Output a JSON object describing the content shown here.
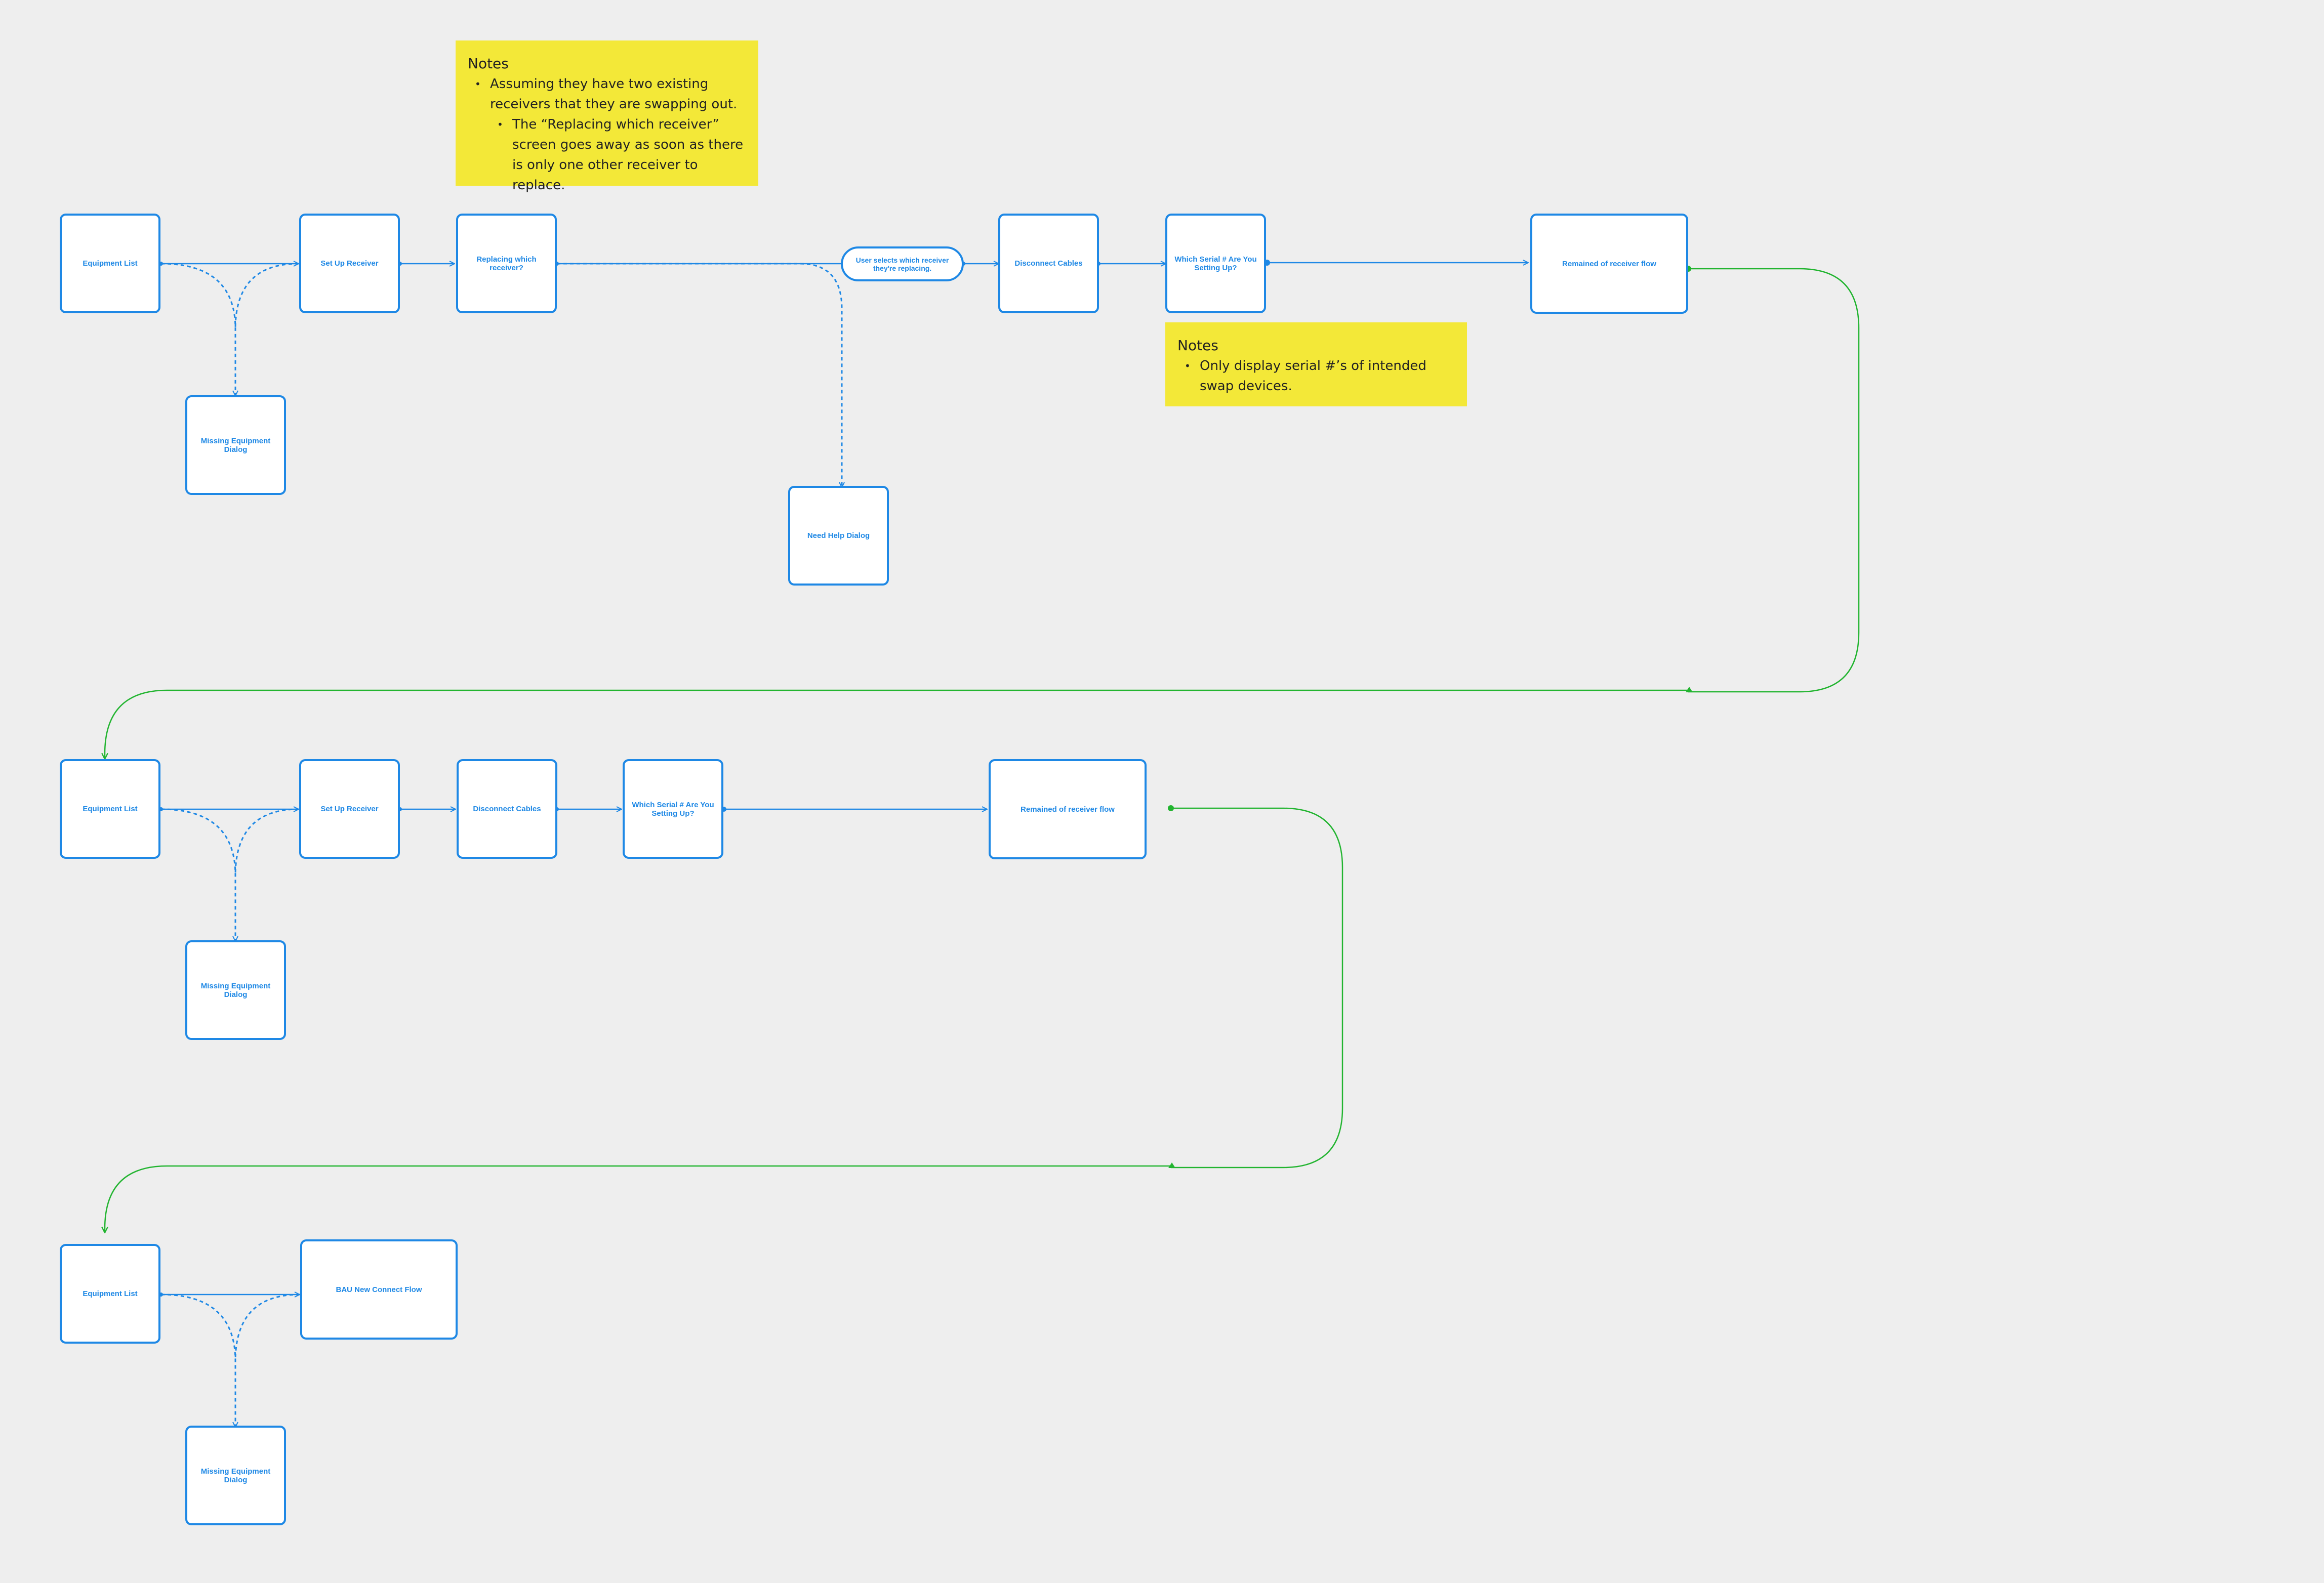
{
  "colors": {
    "background": "#eeeeee",
    "node_border": "#1e88e5",
    "node_text": "#1e88e5",
    "flow_connector": "#22b430",
    "note_bg": "#f3e838"
  },
  "notes": [
    {
      "title": "Notes",
      "bullet_1": "Assuming they have two existing receivers that they are swapping out.",
      "bullet_1_1": "The “Replacing which receiver” screen goes away as soon as there is only one other receiver to replace."
    },
    {
      "title": "Notes",
      "bullet_1": "Only display serial #’s of intended swap devices."
    }
  ],
  "flow_1": {
    "equipment_list": "Equipment List",
    "set_up_receiver": "Set Up Receiver",
    "replacing_which_receiver": "Replacing which receiver?",
    "user_selects": "User selects which receiver they're replacing.",
    "disconnect_cables": "Disconnect Cables",
    "which_serial": "Which Serial # Are You Setting Up?",
    "remained_flow": "Remained of receiver flow",
    "missing_equipment": "Missing Equipment Dialog",
    "need_help": "Need Help Dialog"
  },
  "flow_2": {
    "equipment_list": "Equipment List",
    "set_up_receiver": "Set Up Receiver",
    "disconnect_cables": "Disconnect Cables",
    "which_serial": "Which Serial # Are You Setting Up?",
    "remained_flow": "Remained of receiver flow",
    "missing_equipment": "Missing Equipment Dialog"
  },
  "flow_3": {
    "equipment_list": "Equipment List",
    "bau_new_connect": "BAU New Connect Flow",
    "missing_equipment": "Missing Equipment Dialog"
  }
}
